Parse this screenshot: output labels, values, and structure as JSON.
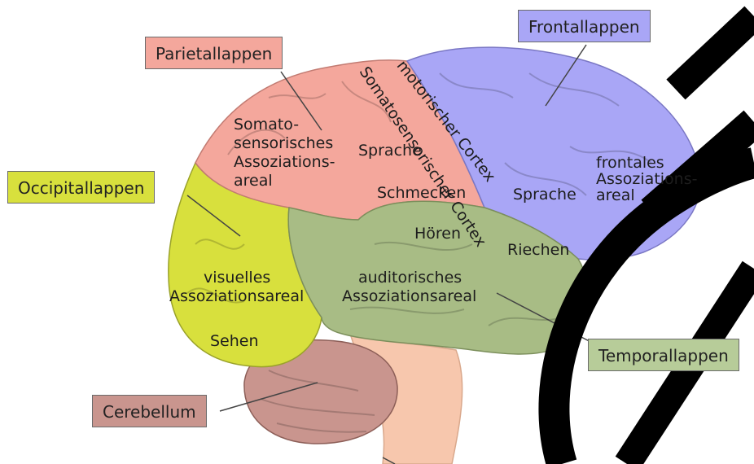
{
  "colors": {
    "parietal": "#f4a79c",
    "frontal": "#a9a6f6",
    "occipital": "#d8e03d",
    "temporal": "#a8bc85",
    "cerebellum": "#c9958e",
    "brainstem": "#f7c7ad",
    "watermark": "#000000"
  },
  "lobe_labels": {
    "parietal": "Parietallappen",
    "frontal": "Frontallappen",
    "occipital": "Occipitallappen",
    "temporal": "Temporallappen",
    "cerebellum": "Cerebellum"
  },
  "areas": {
    "somatosensory_assoc": [
      "Somato-",
      "sensorisches",
      "Assoziations-",
      "areal"
    ],
    "language_parietal": "Sprache",
    "motor_cortex": "motorischer Cortex",
    "somatosensory_cortex": "Somatosensorischer Cortex",
    "frontal_assoc": [
      "frontales",
      "Assoziations-",
      "areal"
    ],
    "language_frontal": "Sprache",
    "taste": "Schmecken",
    "hearing": "Hören",
    "smell": "Riechen",
    "auditory_assoc": [
      "auditorisches",
      "Assoziationsareal"
    ],
    "visual_assoc": [
      "visuelles",
      "Assoziationsareal"
    ],
    "vision": "Sehen"
  }
}
